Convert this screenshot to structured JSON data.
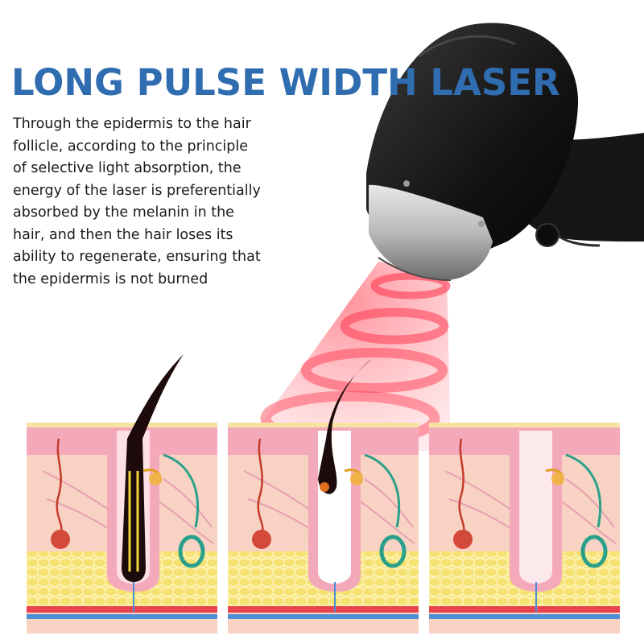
{
  "title": "LONG PULSE WIDTH LASER",
  "description_lines": [
    "Through the epidermis to the hair",
    "follicle, according to the principle",
    "of selective light absorption, the",
    "energy of the laser is preferentially",
    "absorbed by the melanin in the",
    "hair, and then the hair loses its",
    "ability to regenerate, ensuring that",
    "the epidermis is not burned"
  ],
  "colors": {
    "title": "#2f6db0",
    "laser_beam": "#ff4d5a",
    "skin_epidermis": "#f3a9b9",
    "skin_dermis": "#f8d3c4",
    "fat_layer": "#f7e98a",
    "handpiece": "#1a1a1a"
  }
}
